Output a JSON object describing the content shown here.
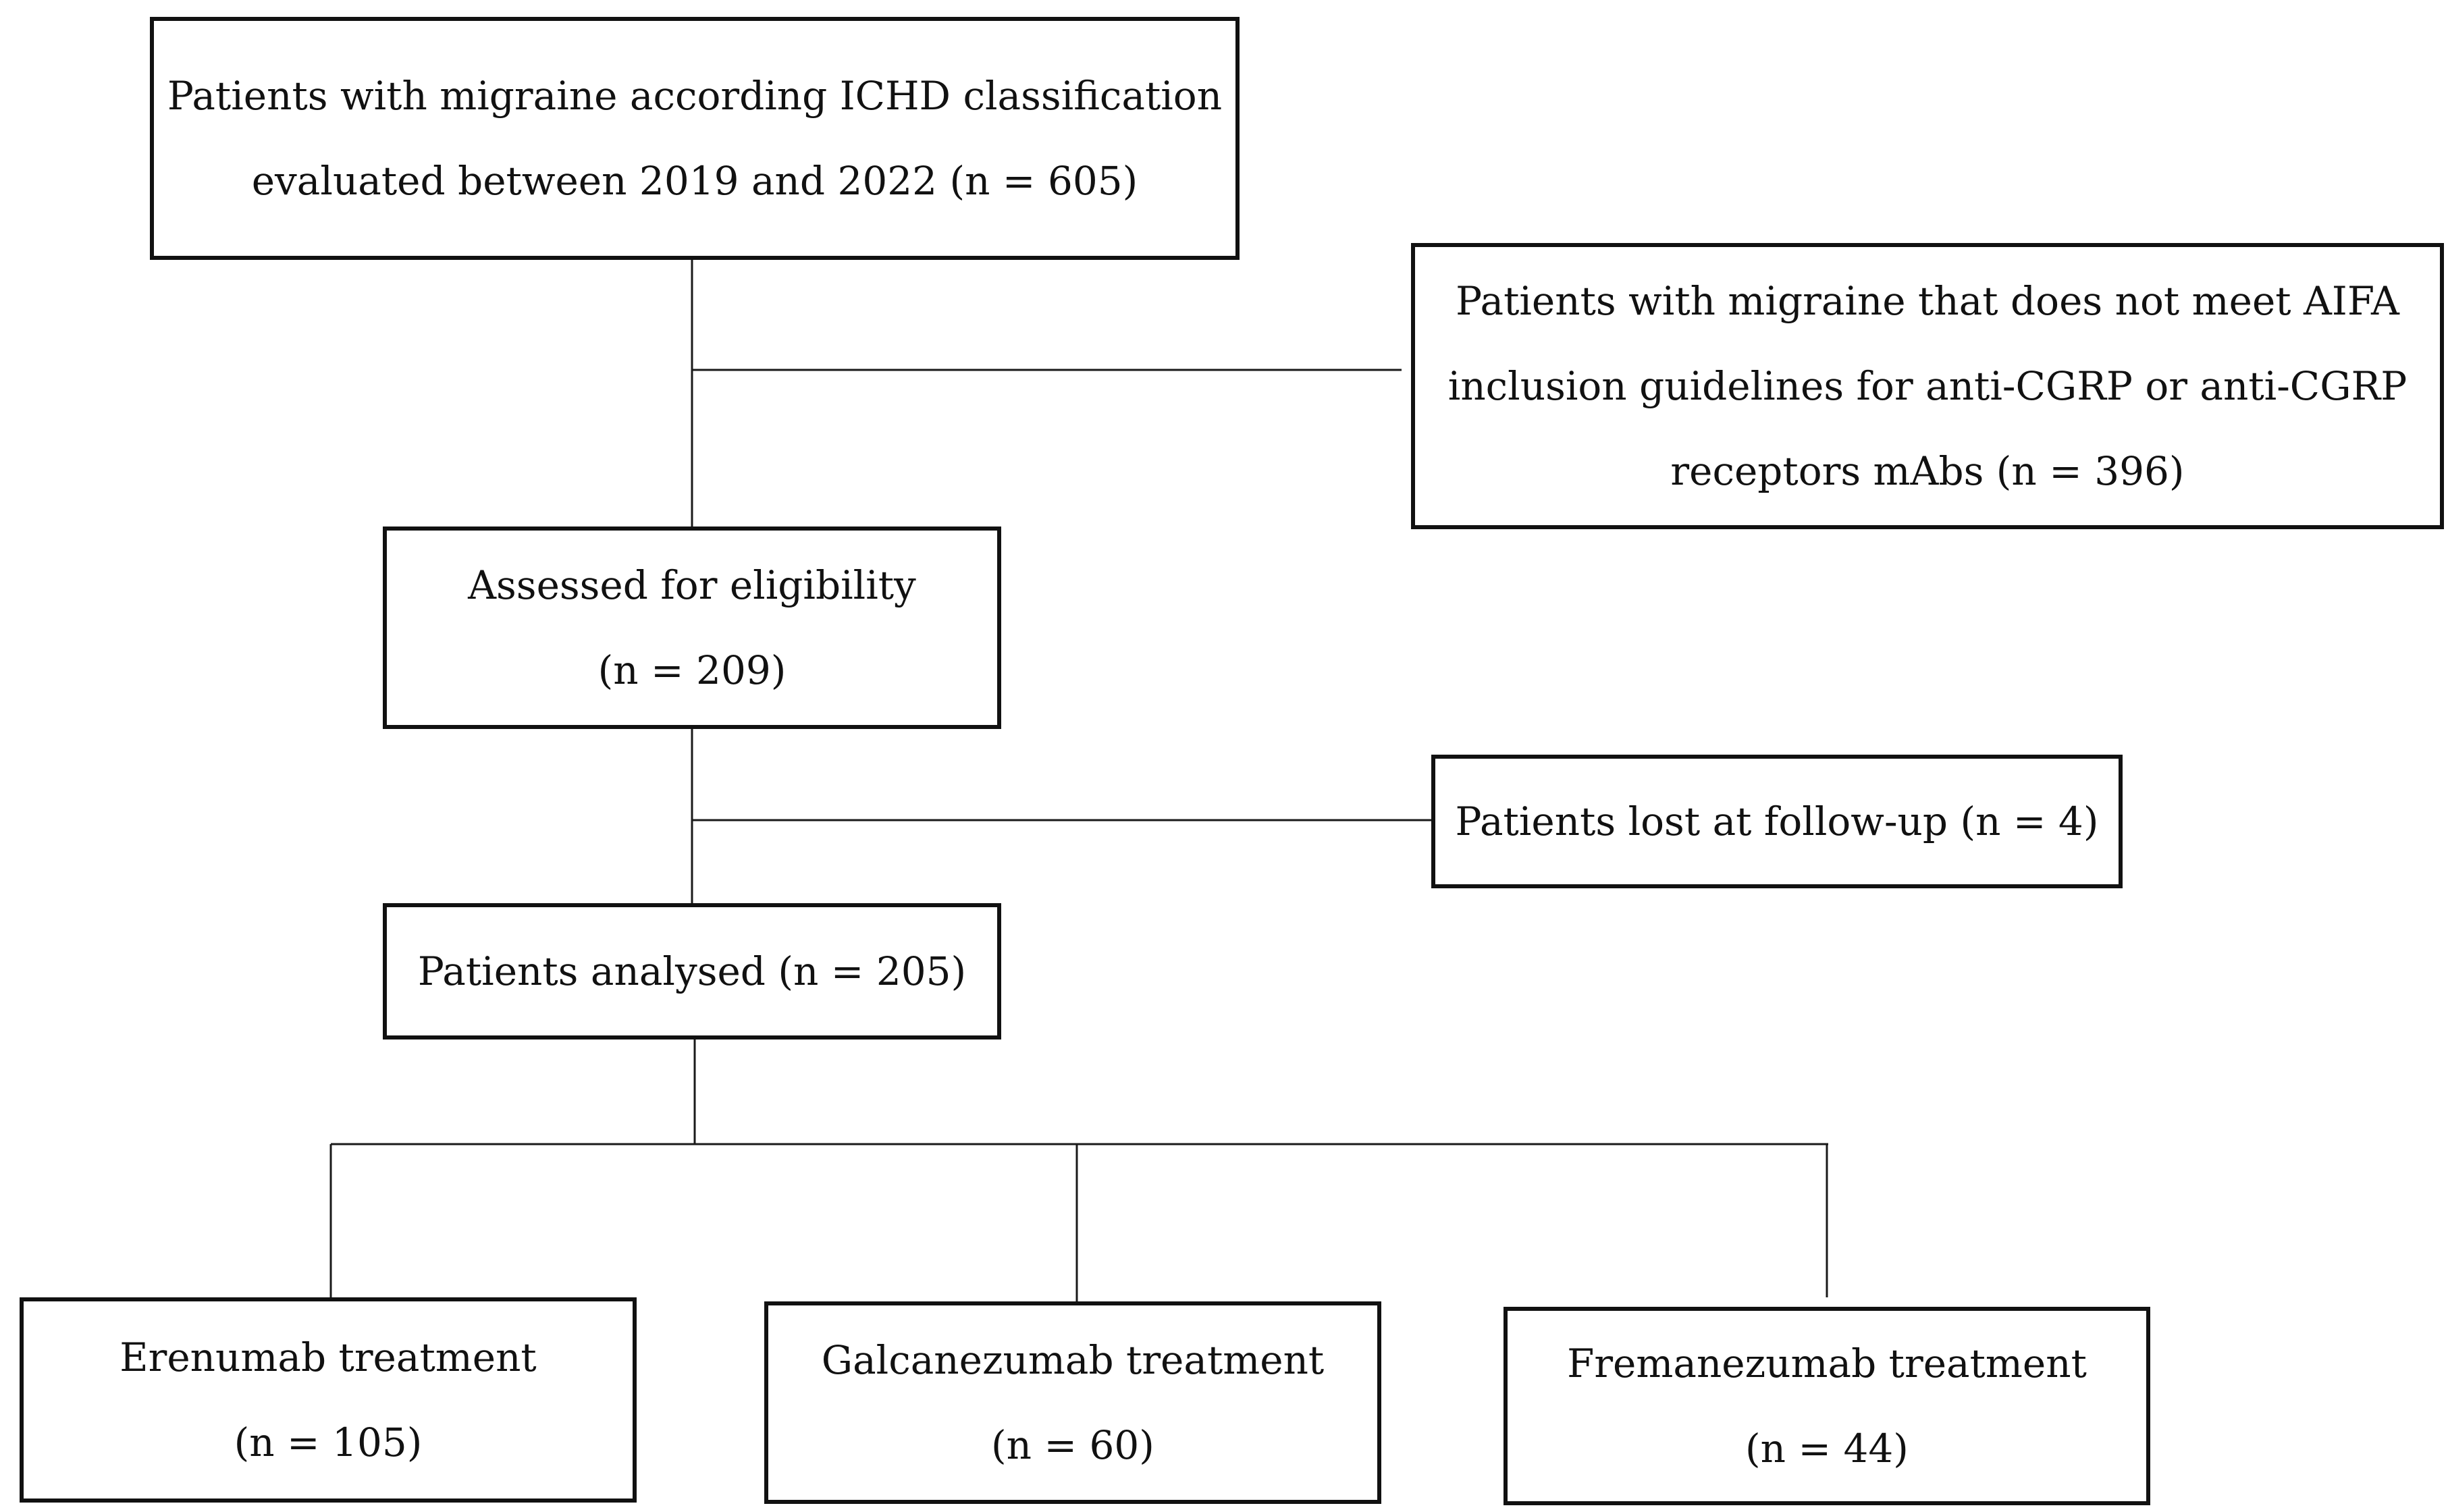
{
  "flowchart": {
    "source": {
      "line1": "Patients with migraine according ICHD classification",
      "line2": "evaluated between 2019 and 2022 (n = 605)"
    },
    "excluded": {
      "line1": "Patients with migraine that does not meet AIFA",
      "line2": "inclusion guidelines for anti-CGRP or anti-CGRP",
      "line3": "receptors mAbs (n = 396)"
    },
    "eligibility": {
      "line1": "Assessed for eligibility",
      "line2": "(n = 209)"
    },
    "lost": {
      "line1": "Patients lost at follow-up (n = 4)"
    },
    "analysed": {
      "line1": "Patients analysed (n = 205)"
    },
    "treatments": [
      {
        "name": "Erenumab treatment",
        "count": "(n = 105)"
      },
      {
        "name": "Galcanezumab treatment",
        "count": "(n = 60)"
      },
      {
        "name": "Fremanezumab treatment",
        "count": "(n = 44)"
      }
    ]
  }
}
